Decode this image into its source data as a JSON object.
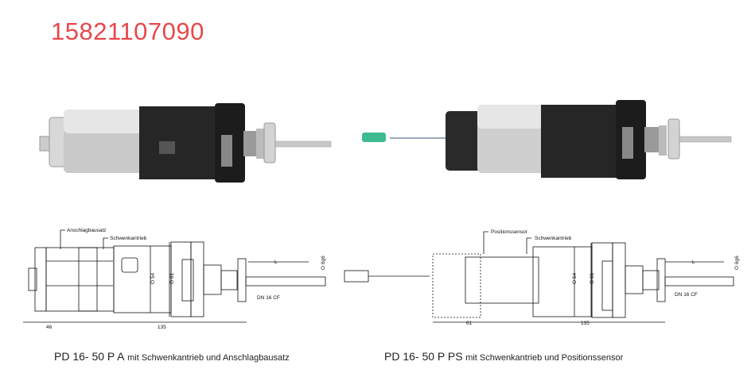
{
  "phone": "15821107090",
  "products": [
    {
      "model": "PD 16- 50 P A",
      "description": "mit Schwenkantrieb und Anschlagbausatz",
      "labels": {
        "top1": "Anschlagbausatz",
        "top2": "Schwenkantrieb",
        "d54": "O 54",
        "d61": "O 61",
        "d6": "O 6g6",
        "L": "L",
        "flange": "DN 16 CF",
        "dim1": "46",
        "dim2": "135"
      }
    },
    {
      "model": "PD 16- 50 P PS",
      "description": "mit Schwenkantrieb und Positionssensor",
      "labels": {
        "top1": "Positionssensor",
        "top2": "Schwenkantrieb",
        "d54": "O 54",
        "d61": "O 61",
        "d6": "O 6g6",
        "L": "L",
        "flange": "DN 16 CF",
        "dim1": "61",
        "dim2": "135"
      }
    }
  ]
}
